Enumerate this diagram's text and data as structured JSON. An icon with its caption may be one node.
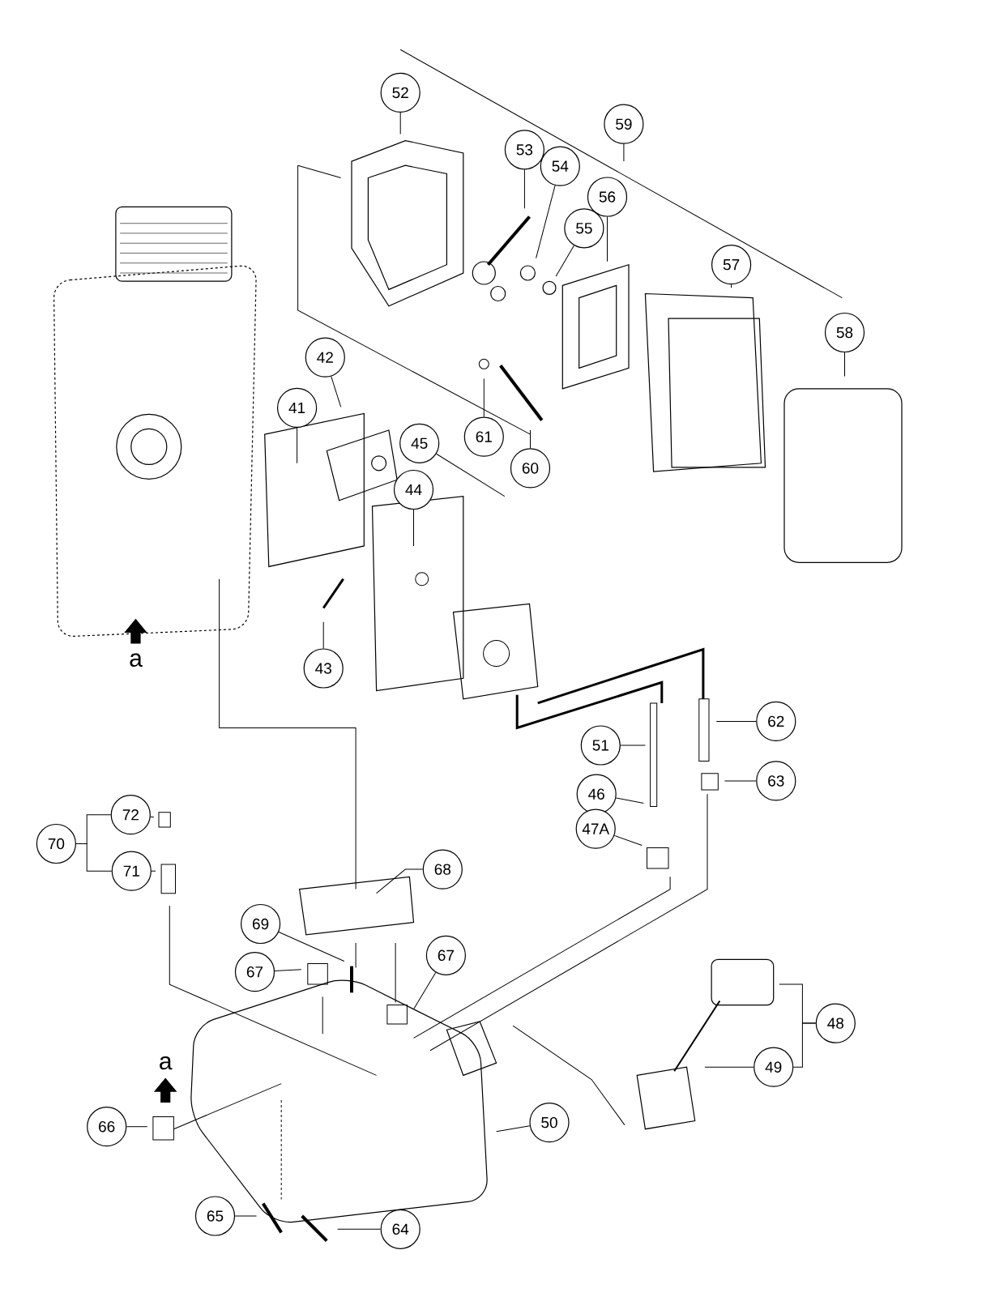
{
  "diagram": {
    "nodes": [
      {
        "text": [
          "52"
        ]
      },
      {
        "text": [
          "53"
        ]
      },
      {
        "text": [
          "59"
        ]
      },
      {
        "text": [
          "54"
        ]
      },
      {
        "text": [
          "56"
        ]
      },
      {
        "text": [
          "55"
        ]
      },
      {
        "text": [
          "57"
        ]
      },
      {
        "text": [
          "58"
        ]
      },
      {
        "text": [
          "42"
        ]
      },
      {
        "text": [
          "41"
        ]
      },
      {
        "text": [
          "45"
        ]
      },
      {
        "text": [
          "61"
        ]
      },
      {
        "text": [
          "60"
        ]
      },
      {
        "text": [
          "44"
        ]
      },
      {
        "text": [
          "43"
        ]
      },
      {
        "text": [
          "62"
        ]
      },
      {
        "text": [
          "51"
        ]
      },
      {
        "text": [
          "63"
        ]
      },
      {
        "text": [
          "46"
        ]
      },
      {
        "text": [
          "72"
        ]
      },
      {
        "text": [
          "47A"
        ]
      },
      {
        "text": [
          "70"
        ]
      },
      {
        "text": [
          "71"
        ]
      },
      {
        "text": [
          "68"
        ]
      },
      {
        "text": [
          "69"
        ]
      },
      {
        "text": [
          "67"
        ]
      },
      {
        "text": [
          "67"
        ]
      },
      {
        "text": [
          "48"
        ]
      },
      {
        "text": [
          "49"
        ]
      },
      {
        "text": [
          "66"
        ]
      },
      {
        "text": [
          "50"
        ]
      },
      {
        "text": [
          "65"
        ]
      },
      {
        "text": [
          "64"
        ]
      }
    ],
    "edges": [
      {
        "from": 0,
        "to": null,
        "arrow": "none"
      },
      {
        "from": 1,
        "to": null,
        "arrow": "none"
      },
      {
        "from": 2,
        "to": null,
        "arrow": "none"
      },
      {
        "from": 3,
        "to": null,
        "arrow": "none"
      },
      {
        "from": 4,
        "to": null,
        "arrow": "none"
      },
      {
        "from": 5,
        "to": null,
        "arrow": "none"
      },
      {
        "from": 6,
        "to": null,
        "arrow": "none"
      },
      {
        "from": 7,
        "to": null,
        "arrow": "none"
      },
      {
        "from": 8,
        "to": null,
        "arrow": "none"
      },
      {
        "from": 9,
        "to": null,
        "arrow": "none"
      },
      {
        "from": 10,
        "to": null,
        "arrow": "none"
      },
      {
        "from": 11,
        "to": null,
        "arrow": "none"
      },
      {
        "from": 12,
        "to": null,
        "arrow": "none"
      },
      {
        "from": 13,
        "to": null,
        "arrow": "none"
      },
      {
        "from": 14,
        "to": null,
        "arrow": "none"
      },
      {
        "from": 15,
        "to": null,
        "arrow": "none"
      },
      {
        "from": 16,
        "to": null,
        "arrow": "none"
      },
      {
        "from": 17,
        "to": null,
        "arrow": "none"
      },
      {
        "from": 18,
        "to": null,
        "arrow": "none"
      },
      {
        "from": 19,
        "to": null,
        "arrow": "none"
      },
      {
        "from": 20,
        "to": null,
        "arrow": "none"
      },
      {
        "from": 21,
        "to": 19,
        "arrow": "none"
      },
      {
        "from": 21,
        "to": 22,
        "arrow": "none"
      },
      {
        "from": 22,
        "to": null,
        "arrow": "none"
      },
      {
        "from": 23,
        "to": null,
        "arrow": "none"
      },
      {
        "from": 24,
        "to": null,
        "arrow": "none"
      },
      {
        "from": 25,
        "to": null,
        "arrow": "none"
      },
      {
        "from": 26,
        "to": null,
        "arrow": "none"
      },
      {
        "from": 27,
        "to": null,
        "arrow": "none"
      },
      {
        "from": 27,
        "to": 28,
        "arrow": "none"
      },
      {
        "from": 28,
        "to": null,
        "arrow": "none"
      },
      {
        "from": 29,
        "to": null,
        "arrow": "none"
      },
      {
        "from": 30,
        "to": null,
        "arrow": "none"
      },
      {
        "from": 31,
        "to": null,
        "arrow": "none"
      },
      {
        "from": 32,
        "to": null,
        "arrow": "none"
      }
    ],
    "labels": [
      "a",
      "a"
    ]
  }
}
